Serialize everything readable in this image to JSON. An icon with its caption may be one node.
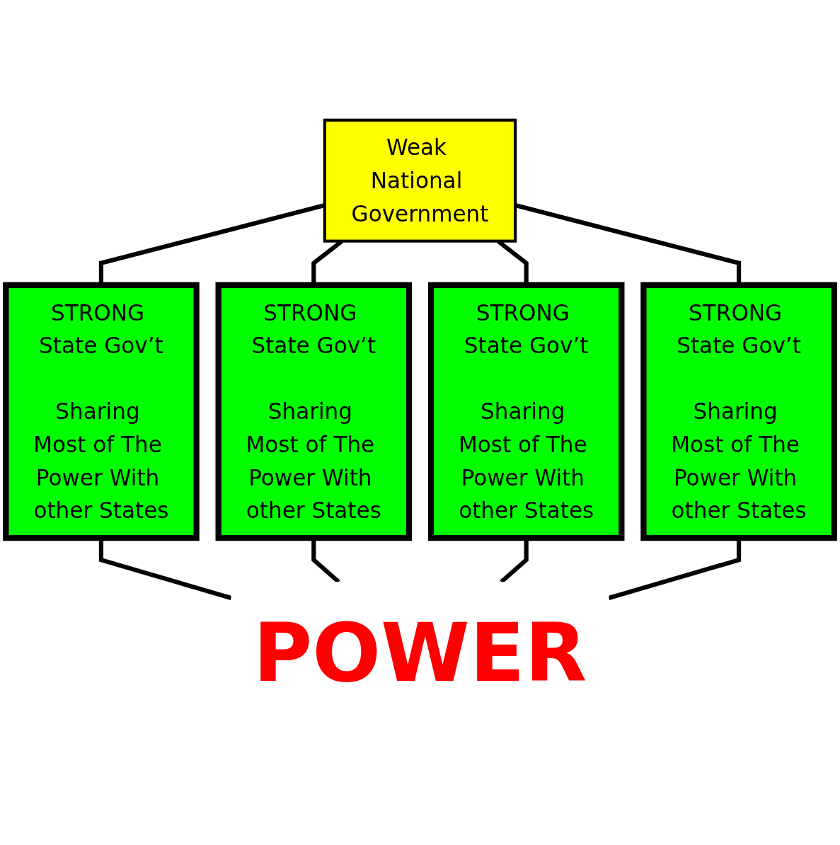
{
  "diagram": {
    "nodes": [
      {
        "text": [
          "Weak National Government"
        ]
      },
      {
        "text": [
          "STRONG State Gov’t",
          "Sharing Most of The Power With other States"
        ]
      },
      {
        "text": [
          "STRONG State Gov’t",
          "Sharing Most of The Power With other States"
        ]
      },
      {
        "text": [
          "STRONG State Gov’t",
          "Sharing Most of The Power With other States"
        ]
      },
      {
        "text": [
          "STRONG State Gov’t",
          "Sharing Most of The Power With other States"
        ]
      },
      {
        "text": [
          "POWER"
        ]
      }
    ],
    "edges": [
      {
        "from": 0,
        "to": 1,
        "arrow": "none"
      },
      {
        "from": 0,
        "to": 2,
        "arrow": "none"
      },
      {
        "from": 0,
        "to": 3,
        "arrow": "none"
      },
      {
        "from": 0,
        "to": 4,
        "arrow": "none"
      },
      {
        "from": 1,
        "to": 5,
        "arrow": "none"
      },
      {
        "from": 2,
        "to": 5,
        "arrow": "none"
      },
      {
        "from": 3,
        "to": 5,
        "arrow": "none"
      },
      {
        "from": 4,
        "to": 5,
        "arrow": "none"
      }
    ]
  }
}
